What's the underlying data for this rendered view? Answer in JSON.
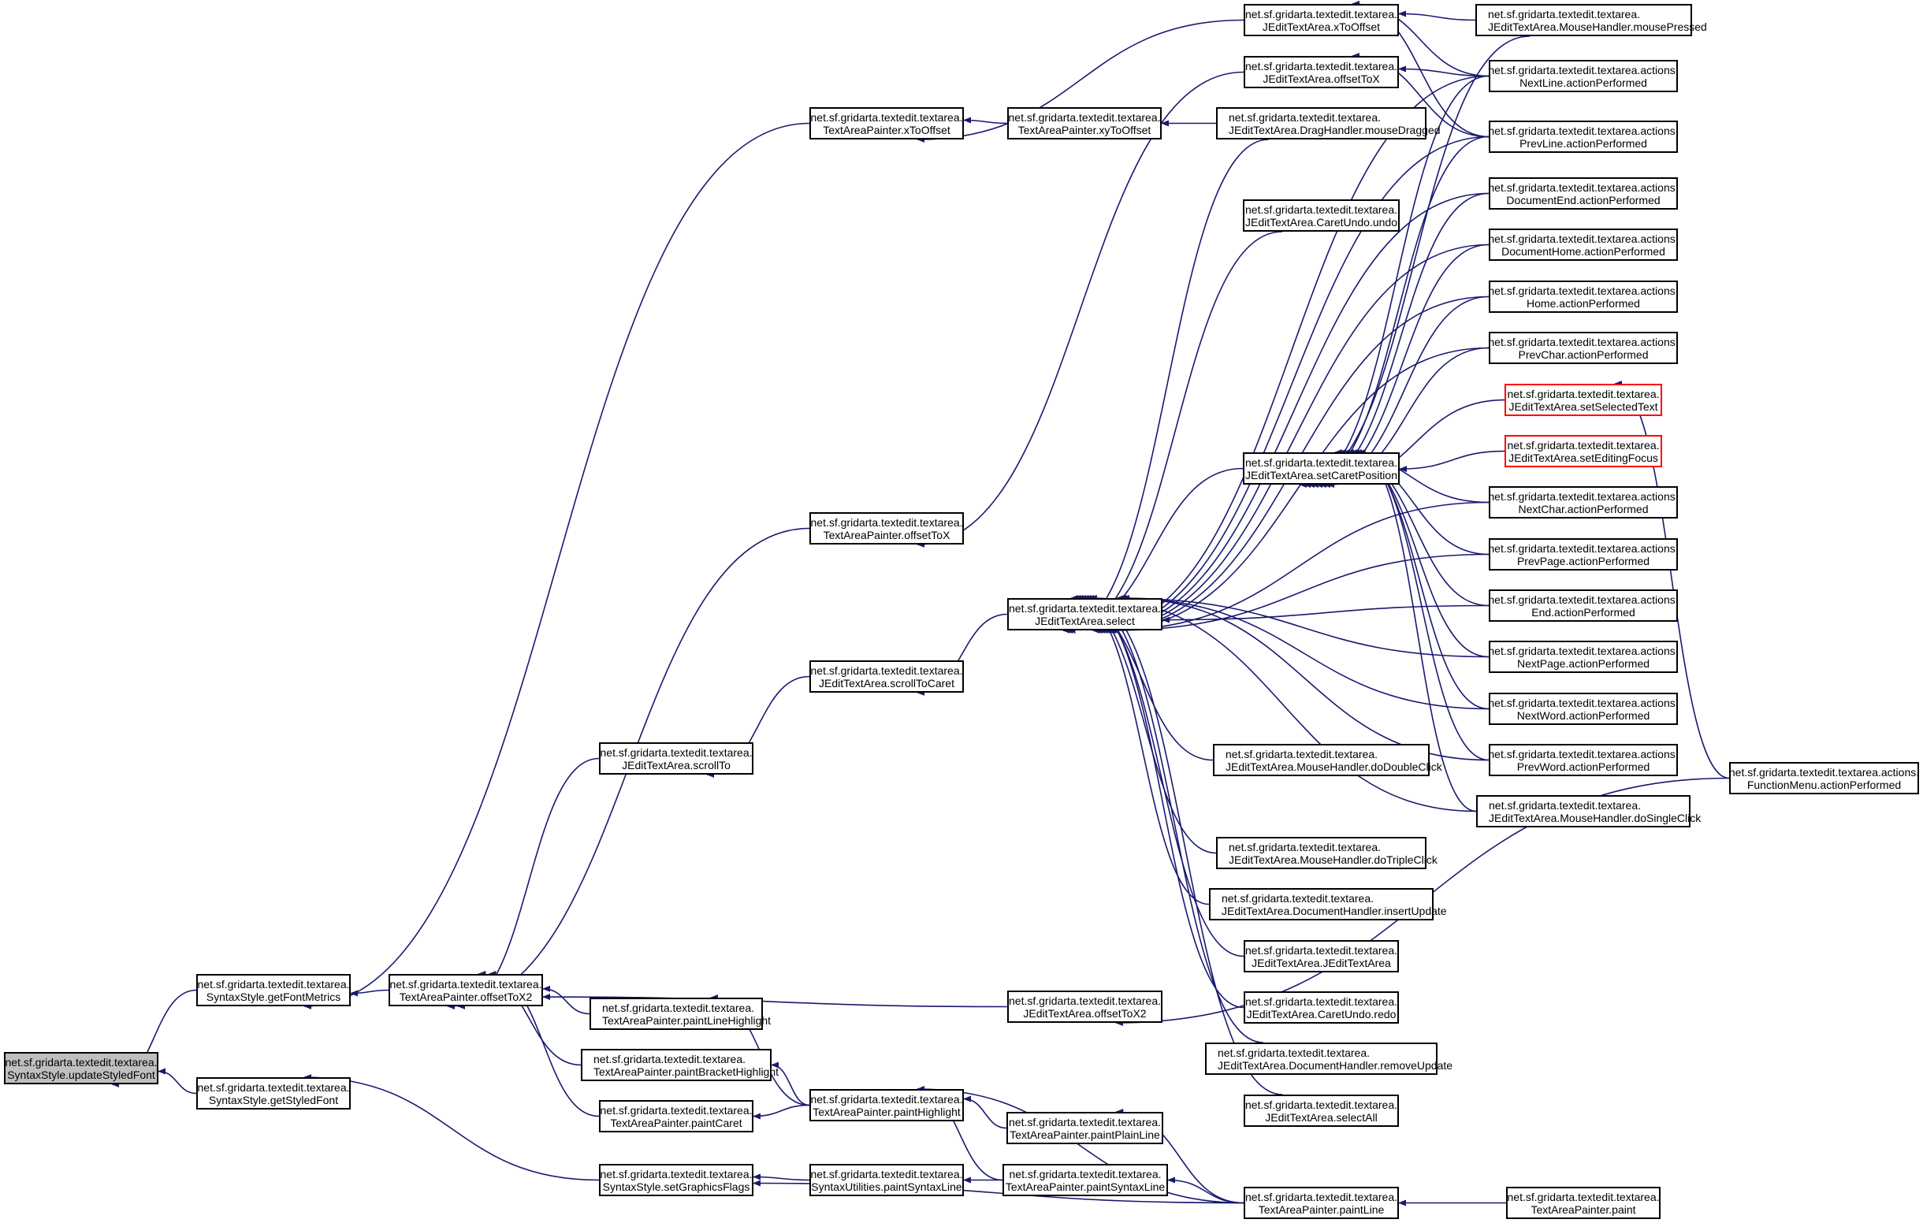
{
  "graph": {
    "title": "Caller graph of net.sf.gridarta.textedit.textarea.SyntaxStyle.updateStyledFont",
    "colors": {
      "edge": "#191970",
      "node_border": "#000000",
      "root_fill": "#bfbfbf",
      "truncated_border": "#ff0000",
      "background": "#ffffff"
    },
    "nodes": [
      {
        "id": "updateStyledFont",
        "line1": "net.sf.gridarta.textedit.textarea.",
        "line2": "SyntaxStyle.updateStyledFont",
        "status": "root"
      },
      {
        "id": "getFontMetrics",
        "line1": "net.sf.gridarta.textedit.textarea.",
        "line2": "SyntaxStyle.getFontMetrics",
        "status": "normal"
      },
      {
        "id": "getStyledFont",
        "line1": "net.sf.gridarta.textedit.textarea.",
        "line2": "SyntaxStyle.getStyledFont",
        "status": "normal"
      },
      {
        "id": "tapOffsetToX2",
        "line1": "net.sf.gridarta.textedit.textarea.",
        "line2": "TextAreaPainter.offsetToX2",
        "status": "normal"
      },
      {
        "id": "tapXToOffset",
        "line1": "net.sf.gridarta.textedit.textarea.",
        "line2": "TextAreaPainter.xToOffset",
        "status": "normal"
      },
      {
        "id": "tapOffsetToX",
        "line1": "net.sf.gridarta.textedit.textarea.",
        "line2": "TextAreaPainter.offsetToX",
        "status": "normal"
      },
      {
        "id": "scrollTo",
        "line1": "net.sf.gridarta.textedit.textarea.",
        "line2": "JEditTextArea.scrollTo",
        "status": "normal"
      },
      {
        "id": "paintLineHighlight",
        "line1": "net.sf.gridarta.textedit.textarea.",
        "line2": "TextAreaPainter.paintLineHighlight",
        "status": "normal"
      },
      {
        "id": "paintBracketHighlight",
        "line1": "net.sf.gridarta.textedit.textarea.",
        "line2": "TextAreaPainter.paintBracketHighlight",
        "status": "normal"
      },
      {
        "id": "paintCaret",
        "line1": "net.sf.gridarta.textedit.textarea.",
        "line2": "TextAreaPainter.paintCaret",
        "status": "normal"
      },
      {
        "id": "setGraphicsFlags",
        "line1": "net.sf.gridarta.textedit.textarea.",
        "line2": "SyntaxStyle.setGraphicsFlags",
        "status": "normal"
      },
      {
        "id": "tapXyToOffset",
        "line1": "net.sf.gridarta.textedit.textarea.",
        "line2": "TextAreaPainter.xyToOffset",
        "status": "normal"
      },
      {
        "id": "scrollToCaret",
        "line1": "net.sf.gridarta.textedit.textarea.",
        "line2": "JEditTextArea.scrollToCaret",
        "status": "normal"
      },
      {
        "id": "paintHighlight",
        "line1": "net.sf.gridarta.textedit.textarea.",
        "line2": "TextAreaPainter.paintHighlight",
        "status": "normal"
      },
      {
        "id": "suPaintSyntaxLine",
        "line1": "net.sf.gridarta.textedit.textarea.",
        "line2": "SyntaxUtilities.paintSyntaxLine",
        "status": "normal"
      },
      {
        "id": "jetaXToOffset",
        "line1": "net.sf.gridarta.textedit.textarea.",
        "line2": "JEditTextArea.xToOffset",
        "status": "normal"
      },
      {
        "id": "jetaOffsetToX",
        "line1": "net.sf.gridarta.textedit.textarea.",
        "line2": "JEditTextArea.offsetToX",
        "status": "normal"
      },
      {
        "id": "select",
        "line1": "net.sf.gridarta.textedit.textarea.",
        "line2": "JEditTextArea.select",
        "status": "normal"
      },
      {
        "id": "jetaOffsetToX2",
        "line1": "net.sf.gridarta.textedit.textarea.",
        "line2": "JEditTextArea.offsetToX2",
        "status": "normal"
      },
      {
        "id": "paintPlainLine",
        "line1": "net.sf.gridarta.textedit.textarea.",
        "line2": "TextAreaPainter.paintPlainLine",
        "status": "normal"
      },
      {
        "id": "tapPaintSyntaxLine",
        "line1": "net.sf.gridarta.textedit.textarea.",
        "line2": "TextAreaPainter.paintSyntaxLine",
        "status": "normal"
      },
      {
        "id": "mouseDragged",
        "line1": "net.sf.gridarta.textedit.textarea.",
        "line2": "JEditTextArea.DragHandler.mouseDragged",
        "status": "normal"
      },
      {
        "id": "caretUndoUndo",
        "line1": "net.sf.gridarta.textedit.textarea.",
        "line2": "JEditTextArea.CaretUndo.undo",
        "status": "normal"
      },
      {
        "id": "setCaretPosition",
        "line1": "net.sf.gridarta.textedit.textarea.",
        "line2": "JEditTextArea.setCaretPosition",
        "status": "normal"
      },
      {
        "id": "doDoubleClick",
        "line1": "net.sf.gridarta.textedit.textarea.",
        "line2": "JEditTextArea.MouseHandler.doDoubleClick",
        "status": "normal"
      },
      {
        "id": "doTripleClick",
        "line1": "net.sf.gridarta.textedit.textarea.",
        "line2": "JEditTextArea.MouseHandler.doTripleClick",
        "status": "normal"
      },
      {
        "id": "insertUpdate",
        "line1": "net.sf.gridarta.textedit.textarea.",
        "line2": "JEditTextArea.DocumentHandler.insertUpdate",
        "status": "normal"
      },
      {
        "id": "jetaConstructor",
        "line1": "net.sf.gridarta.textedit.textarea.",
        "line2": "JEditTextArea.JEditTextArea",
        "status": "normal"
      },
      {
        "id": "caretUndoRedo",
        "line1": "net.sf.gridarta.textedit.textarea.",
        "line2": "JEditTextArea.CaretUndo.redo",
        "status": "normal"
      },
      {
        "id": "removeUpdate",
        "line1": "net.sf.gridarta.textedit.textarea.",
        "line2": "JEditTextArea.DocumentHandler.removeUpdate",
        "status": "normal"
      },
      {
        "id": "selectAll",
        "line1": "net.sf.gridarta.textedit.textarea.",
        "line2": "JEditTextArea.selectAll",
        "status": "normal"
      },
      {
        "id": "paintLine",
        "line1": "net.sf.gridarta.textedit.textarea.",
        "line2": "TextAreaPainter.paintLine",
        "status": "normal"
      },
      {
        "id": "mousePressed",
        "line1": "net.sf.gridarta.textedit.textarea.",
        "line2": "JEditTextArea.MouseHandler.mousePressed",
        "status": "normal"
      },
      {
        "id": "nextLine",
        "line1": "net.sf.gridarta.textedit.textarea.actions.",
        "line2": "NextLine.actionPerformed",
        "status": "normal"
      },
      {
        "id": "prevLine",
        "line1": "net.sf.gridarta.textedit.textarea.actions.",
        "line2": "PrevLine.actionPerformed",
        "status": "normal"
      },
      {
        "id": "documentEnd",
        "line1": "net.sf.gridarta.textedit.textarea.actions.",
        "line2": "DocumentEnd.actionPerformed",
        "status": "normal"
      },
      {
        "id": "documentHome",
        "line1": "net.sf.gridarta.textedit.textarea.actions.",
        "line2": "DocumentHome.actionPerformed",
        "status": "normal"
      },
      {
        "id": "home",
        "line1": "net.sf.gridarta.textedit.textarea.actions.",
        "line2": "Home.actionPerformed",
        "status": "normal"
      },
      {
        "id": "prevChar",
        "line1": "net.sf.gridarta.textedit.textarea.actions.",
        "line2": "PrevChar.actionPerformed",
        "status": "normal"
      },
      {
        "id": "setSelectedText",
        "line1": "net.sf.gridarta.textedit.textarea.",
        "line2": "JEditTextArea.setSelectedText",
        "status": "truncated"
      },
      {
        "id": "setEditingFocus",
        "line1": "net.sf.gridarta.textedit.textarea.",
        "line2": "JEditTextArea.setEditingFocus",
        "status": "truncated"
      },
      {
        "id": "nextChar",
        "line1": "net.sf.gridarta.textedit.textarea.actions.",
        "line2": "NextChar.actionPerformed",
        "status": "normal"
      },
      {
        "id": "prevPage",
        "line1": "net.sf.gridarta.textedit.textarea.actions.",
        "line2": "PrevPage.actionPerformed",
        "status": "normal"
      },
      {
        "id": "end",
        "line1": "net.sf.gridarta.textedit.textarea.actions.",
        "line2": "End.actionPerformed",
        "status": "normal"
      },
      {
        "id": "nextPage",
        "line1": "net.sf.gridarta.textedit.textarea.actions.",
        "line2": "NextPage.actionPerformed",
        "status": "normal"
      },
      {
        "id": "nextWord",
        "line1": "net.sf.gridarta.textedit.textarea.actions.",
        "line2": "NextWord.actionPerformed",
        "status": "normal"
      },
      {
        "id": "prevWord",
        "line1": "net.sf.gridarta.textedit.textarea.actions.",
        "line2": "PrevWord.actionPerformed",
        "status": "normal"
      },
      {
        "id": "doSingleClick",
        "line1": "net.sf.gridarta.textedit.textarea.",
        "line2": "JEditTextArea.MouseHandler.doSingleClick",
        "status": "normal"
      },
      {
        "id": "paint",
        "line1": "net.sf.gridarta.textedit.textarea.",
        "line2": "TextAreaPainter.paint",
        "status": "normal"
      },
      {
        "id": "functionMenu",
        "line1": "net.sf.gridarta.textedit.textarea.actions.",
        "line2": "FunctionMenu.actionPerformed",
        "status": "normal"
      }
    ],
    "edges": [
      {
        "from": "getFontMetrics",
        "to": "updateStyledFont"
      },
      {
        "from": "getStyledFont",
        "to": "updateStyledFont"
      },
      {
        "from": "tapXToOffset",
        "to": "getFontMetrics"
      },
      {
        "from": "tapOffsetToX2",
        "to": "getFontMetrics"
      },
      {
        "from": "setGraphicsFlags",
        "to": "getStyledFont"
      },
      {
        "from": "tapOffsetToX",
        "to": "tapOffsetToX2"
      },
      {
        "from": "scrollTo",
        "to": "tapOffsetToX2"
      },
      {
        "from": "paintLineHighlight",
        "to": "tapOffsetToX2"
      },
      {
        "from": "paintBracketHighlight",
        "to": "tapOffsetToX2"
      },
      {
        "from": "paintCaret",
        "to": "tapOffsetToX2"
      },
      {
        "from": "jetaOffsetToX2",
        "to": "tapOffsetToX2"
      },
      {
        "from": "tapXyToOffset",
        "to": "tapXToOffset"
      },
      {
        "from": "jetaXToOffset",
        "to": "tapXToOffset"
      },
      {
        "from": "jetaOffsetToX",
        "to": "tapOffsetToX"
      },
      {
        "from": "scrollToCaret",
        "to": "scrollTo"
      },
      {
        "from": "paintHighlight",
        "to": "paintLineHighlight"
      },
      {
        "from": "paintHighlight",
        "to": "paintBracketHighlight"
      },
      {
        "from": "paintHighlight",
        "to": "paintCaret"
      },
      {
        "from": "suPaintSyntaxLine",
        "to": "setGraphicsFlags"
      },
      {
        "from": "paintLine",
        "to": "setGraphicsFlags"
      },
      {
        "from": "mouseDragged",
        "to": "tapXyToOffset"
      },
      {
        "from": "select",
        "to": "scrollToCaret"
      },
      {
        "from": "paintPlainLine",
        "to": "paintHighlight"
      },
      {
        "from": "tapPaintSyntaxLine",
        "to": "paintHighlight"
      },
      {
        "from": "paintLine",
        "to": "paintHighlight"
      },
      {
        "from": "tapPaintSyntaxLine",
        "to": "suPaintSyntaxLine"
      },
      {
        "from": "mousePressed",
        "to": "jetaXToOffset"
      },
      {
        "from": "nextLine",
        "to": "jetaXToOffset"
      },
      {
        "from": "prevLine",
        "to": "jetaXToOffset"
      },
      {
        "from": "nextLine",
        "to": "jetaOffsetToX"
      },
      {
        "from": "prevLine",
        "to": "jetaOffsetToX"
      },
      {
        "from": "functionMenu",
        "to": "jetaOffsetToX2"
      },
      {
        "from": "paintLine",
        "to": "paintPlainLine"
      },
      {
        "from": "paintLine",
        "to": "tapPaintSyntaxLine"
      },
      {
        "from": "paint",
        "to": "paintLine"
      },
      {
        "from": "setCaretPosition",
        "to": "select"
      },
      {
        "from": "mouseDragged",
        "to": "select"
      },
      {
        "from": "caretUndoUndo",
        "to": "select"
      },
      {
        "from": "doDoubleClick",
        "to": "select"
      },
      {
        "from": "doTripleClick",
        "to": "select"
      },
      {
        "from": "insertUpdate",
        "to": "select"
      },
      {
        "from": "jetaConstructor",
        "to": "select"
      },
      {
        "from": "caretUndoRedo",
        "to": "select"
      },
      {
        "from": "removeUpdate",
        "to": "select"
      },
      {
        "from": "selectAll",
        "to": "select"
      },
      {
        "from": "doSingleClick",
        "to": "select"
      },
      {
        "from": "nextLine",
        "to": "select"
      },
      {
        "from": "prevLine",
        "to": "select"
      },
      {
        "from": "documentEnd",
        "to": "select"
      },
      {
        "from": "documentHome",
        "to": "select"
      },
      {
        "from": "home",
        "to": "select"
      },
      {
        "from": "prevChar",
        "to": "select"
      },
      {
        "from": "nextChar",
        "to": "select"
      },
      {
        "from": "prevPage",
        "to": "select"
      },
      {
        "from": "end",
        "to": "select"
      },
      {
        "from": "nextPage",
        "to": "select"
      },
      {
        "from": "nextWord",
        "to": "select"
      },
      {
        "from": "prevWord",
        "to": "select"
      },
      {
        "from": "mousePressed",
        "to": "setCaretPosition"
      },
      {
        "from": "nextLine",
        "to": "setCaretPosition"
      },
      {
        "from": "prevLine",
        "to": "setCaretPosition"
      },
      {
        "from": "documentEnd",
        "to": "setCaretPosition"
      },
      {
        "from": "documentHome",
        "to": "setCaretPosition"
      },
      {
        "from": "home",
        "to": "setCaretPosition"
      },
      {
        "from": "prevChar",
        "to": "setCaretPosition"
      },
      {
        "from": "setSelectedText",
        "to": "setCaretPosition"
      },
      {
        "from": "setEditingFocus",
        "to": "setCaretPosition"
      },
      {
        "from": "nextChar",
        "to": "setCaretPosition"
      },
      {
        "from": "prevPage",
        "to": "setCaretPosition"
      },
      {
        "from": "end",
        "to": "setCaretPosition"
      },
      {
        "from": "nextPage",
        "to": "setCaretPosition"
      },
      {
        "from": "nextWord",
        "to": "setCaretPosition"
      },
      {
        "from": "prevWord",
        "to": "setCaretPosition"
      },
      {
        "from": "doSingleClick",
        "to": "setCaretPosition"
      },
      {
        "from": "functionMenu",
        "to": "setSelectedText"
      }
    ]
  }
}
